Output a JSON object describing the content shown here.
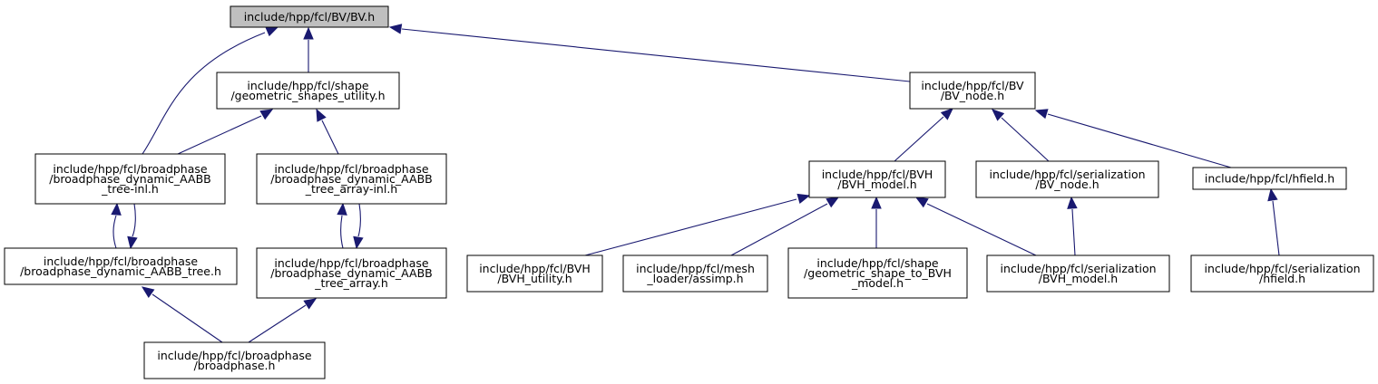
{
  "colors": {
    "edge": "#191970",
    "root_fill": "#bfbfbf",
    "node_fill": "#ffffff",
    "node_border": "#000000"
  },
  "nodes": {
    "bv_h": {
      "lines": [
        "include/hpp/fcl/BV/BV.h"
      ]
    },
    "geometric_shapes_utility": {
      "lines": [
        "include/hpp/fcl/shape",
        "/geometric_shapes_utility.h"
      ]
    },
    "bv_node": {
      "lines": [
        "include/hpp/fcl/BV",
        "/BV_node.h"
      ]
    },
    "aabb_tree_inl": {
      "lines": [
        "include/hpp/fcl/broadphase",
        "/broadphase_dynamic_AABB",
        "_tree-inl.h"
      ]
    },
    "aabb_tree_array_inl": {
      "lines": [
        "include/hpp/fcl/broadphase",
        "/broadphase_dynamic_AABB",
        "_tree_array-inl.h"
      ]
    },
    "bvh_model": {
      "lines": [
        "include/hpp/fcl/BVH",
        "/BVH_model.h"
      ]
    },
    "serialization_bv_node": {
      "lines": [
        "include/hpp/fcl/serialization",
        "/BV_node.h"
      ]
    },
    "hfield": {
      "lines": [
        "include/hpp/fcl/hfield.h"
      ]
    },
    "aabb_tree": {
      "lines": [
        "include/hpp/fcl/broadphase",
        "/broadphase_dynamic_AABB_tree.h"
      ]
    },
    "aabb_tree_array": {
      "lines": [
        "include/hpp/fcl/broadphase",
        "/broadphase_dynamic_AABB",
        "_tree_array.h"
      ]
    },
    "bvh_utility": {
      "lines": [
        "include/hpp/fcl/BVH",
        "/BVH_utility.h"
      ]
    },
    "mesh_loader_assimp": {
      "lines": [
        "include/hpp/fcl/mesh",
        "_loader/assimp.h"
      ]
    },
    "geometric_shape_to_bvh": {
      "lines": [
        "include/hpp/fcl/shape",
        "/geometric_shape_to_BVH",
        "_model.h"
      ]
    },
    "serialization_bvh_model": {
      "lines": [
        "include/hpp/fcl/serialization",
        "/BVH_model.h"
      ]
    },
    "serialization_hfield": {
      "lines": [
        "include/hpp/fcl/serialization",
        "/hfield.h"
      ]
    },
    "broadphase": {
      "lines": [
        "include/hpp/fcl/broadphase",
        "/broadphase.h"
      ]
    }
  }
}
